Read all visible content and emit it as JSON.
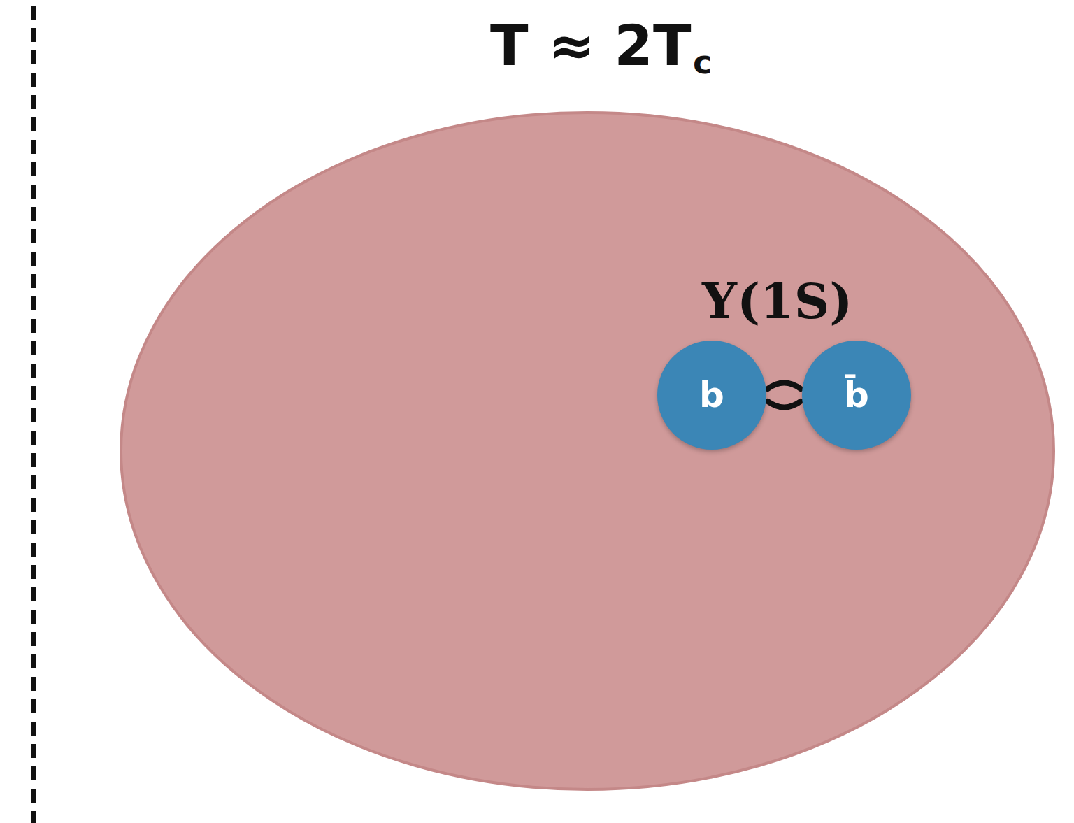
{
  "diagram": {
    "title": "T ≈ 2T",
    "nodes": [
      {
        "text": [
          "b"
        ]
      },
      {
        "text": [
          "b̄"
        ]
      }
    ],
    "edges": [
      {
        "from": 0,
        "to": 1,
        "arrow": "none"
      }
    ],
    "labels": [
      "c",
      "Υ(1S)"
    ]
  }
}
